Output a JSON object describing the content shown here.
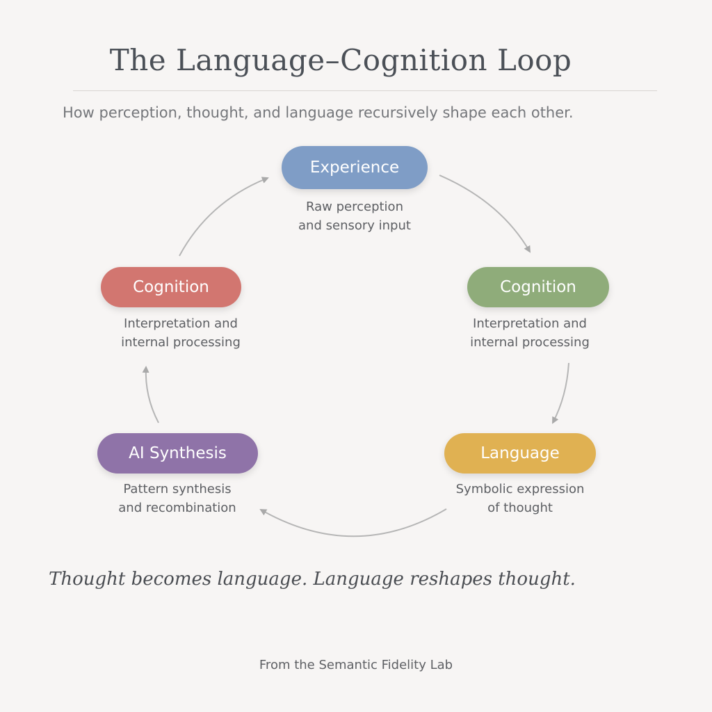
{
  "title": "The Language–Cognition Loop",
  "subtitle": "How perception, thought, and language recursively shape each other.",
  "nodes": [
    {
      "label": "Experience",
      "desc1": "Raw perception",
      "desc2": "and sensory input",
      "color": "#7f9dc6"
    },
    {
      "label": "Cognition",
      "desc1": "Interpretation and",
      "desc2": "internal processing",
      "color": "#8fac7a"
    },
    {
      "label": "Language",
      "desc1": "Symbolic expression",
      "desc2": "of thought",
      "color": "#e0b152"
    },
    {
      "label": "AI Synthesis",
      "desc1": "Pattern synthesis",
      "desc2": "and recombination",
      "color": "#8f73a8"
    },
    {
      "label": "Cognition",
      "desc1": "Interpretation and",
      "desc2": "internal processing",
      "color": "#d27670"
    }
  ],
  "quote": "Thought becomes language. Language reshapes thought.",
  "footer": "From the Semantic Fidelity Lab"
}
